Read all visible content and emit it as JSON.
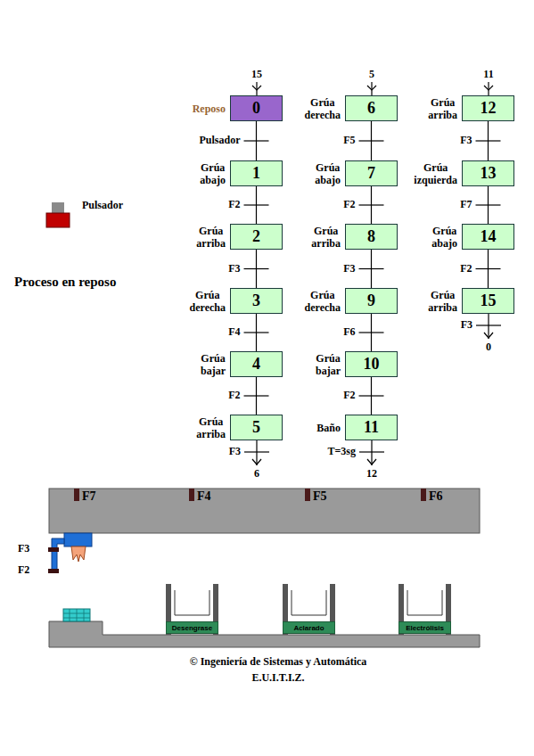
{
  "diagram": {
    "nodes": [
      {
        "text": [
          "Reposo",
          "0"
        ]
      },
      {
        "text": [
          "Grúa abajo",
          "1"
        ]
      },
      {
        "text": [
          "Grúa arriba",
          "2"
        ]
      },
      {
        "text": [
          "Grúa derecha",
          "3"
        ]
      },
      {
        "text": [
          "Grúa bajar",
          "4"
        ]
      },
      {
        "text": [
          "Grúa arriba",
          "5"
        ]
      },
      {
        "text": [
          "Grúa derecha",
          "6"
        ]
      },
      {
        "text": [
          "Grúa abajo",
          "7"
        ]
      },
      {
        "text": [
          "Grúa arriba",
          "8"
        ]
      },
      {
        "text": [
          "Grúa derecha",
          "9"
        ]
      },
      {
        "text": [
          "Grúa bajar",
          "10"
        ]
      },
      {
        "text": [
          "Baño",
          "11"
        ]
      },
      {
        "text": [
          "Grúa arriba",
          "12"
        ]
      },
      {
        "text": [
          "Grúa izquierda",
          "13"
        ]
      },
      {
        "text": [
          "Grúa abajo",
          "14"
        ]
      },
      {
        "text": [
          "Grúa arriba",
          "15"
        ]
      },
      {
        "text": [
          "Desengrase"
        ]
      },
      {
        "text": [
          "Aclarado"
        ]
      },
      {
        "text": [
          "Electrólisis"
        ]
      }
    ],
    "edges": [
      {
        "from": 0,
        "to": 1,
        "arrow": "none",
        "label": "Pulsador"
      },
      {
        "from": 1,
        "to": 2,
        "arrow": "none",
        "label": "F2"
      },
      {
        "from": 2,
        "to": 3,
        "arrow": "none",
        "label": "F3"
      },
      {
        "from": 3,
        "to": 4,
        "arrow": "none",
        "label": "F4"
      },
      {
        "from": 4,
        "to": 5,
        "arrow": "none",
        "label": "F2"
      },
      {
        "from": 6,
        "to": 7,
        "arrow": "none",
        "label": "F5"
      },
      {
        "from": 7,
        "to": 8,
        "arrow": "none",
        "label": "F2"
      },
      {
        "from": 8,
        "to": 9,
        "arrow": "none",
        "label": "F3"
      },
      {
        "from": 9,
        "to": 10,
        "arrow": "none",
        "label": "F6"
      },
      {
        "from": 10,
        "to": 11,
        "arrow": "none",
        "label": "F2"
      },
      {
        "from": 12,
        "to": 13,
        "arrow": "none",
        "label": "F3"
      },
      {
        "from": 13,
        "to": 14,
        "arrow": "none",
        "label": "F7"
      },
      {
        "from": 14,
        "to": 15,
        "arrow": "none",
        "label": "F2"
      }
    ],
    "labels": [
      "15",
      "5",
      "11",
      "F3",
      "6",
      "T=3sg",
      "12",
      "F3",
      "0",
      "Pulsador",
      "Proceso en reposo",
      "F7",
      "F4",
      "F5",
      "F6",
      "F3",
      "F2",
      "© Ingeniería de Sistemas y Automática",
      "E.U.I.T.I.Z."
    ]
  }
}
